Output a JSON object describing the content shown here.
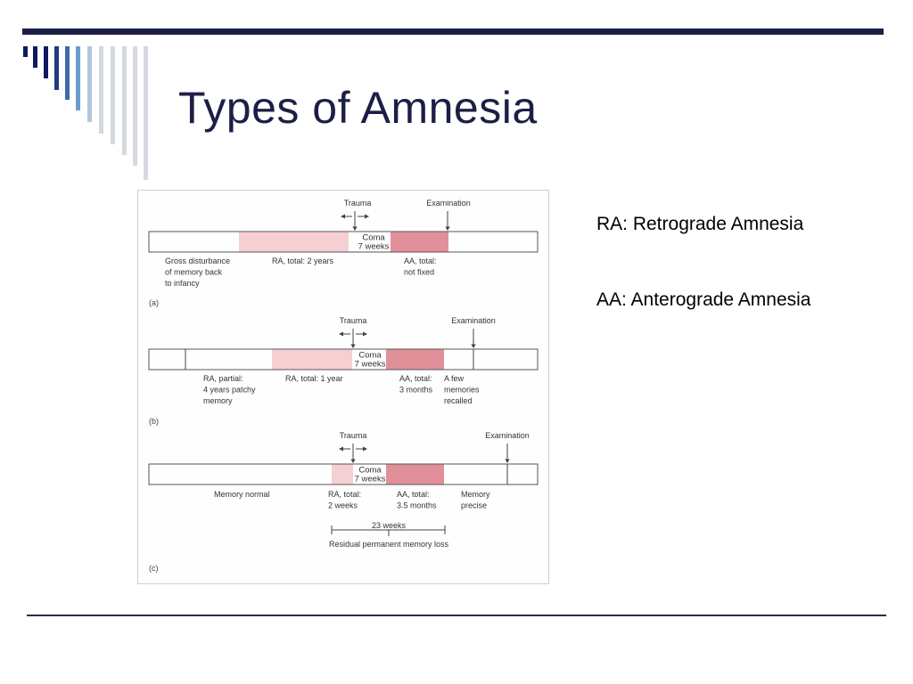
{
  "slide": {
    "title": "Types of Amnesia",
    "legend": [
      "RA:  Retrograde Amnesia",
      "AA:  Anterograde Amnesia"
    ]
  },
  "colors": {
    "accent_dark": "#1c1f45",
    "ra_pink": "#f6cfd3",
    "aa_pink": "#e1909a",
    "stripes": [
      "#0d1a5e",
      "#0d1a5e",
      "#0d1a5e",
      "#1d3b7e",
      "#3d6aa6",
      "#6c9ccc",
      "#b3c6dc",
      "#d4d9df"
    ]
  },
  "figure": {
    "panels": [
      {
        "id": "a",
        "tag": "(a)",
        "trauma": "Trauma",
        "examination": "Examination",
        "coma": [
          "Coma",
          "7 weeks"
        ],
        "labels": [
          [
            "Gross disturbance",
            "of  memory back",
            "to infancy"
          ],
          [
            "RA, total: 2 years"
          ],
          [
            "AA, total:",
            "not fixed"
          ]
        ]
      },
      {
        "id": "b",
        "tag": "(b)",
        "trauma": "Trauma",
        "examination": "Examination",
        "coma": [
          "Coma",
          "7 weeks"
        ],
        "labels": [
          [
            "RA, partial:",
            "4 years patchy",
            "memory"
          ],
          [
            "RA, total: 1 year"
          ],
          [
            "AA, total:",
            "3 months"
          ],
          [
            "A few",
            "memories",
            "recalled"
          ]
        ]
      },
      {
        "id": "c",
        "tag": "(c)",
        "trauma": "Trauma",
        "examination": "Examination",
        "coma": [
          "Coma",
          "7 weeks"
        ],
        "labels": [
          [
            "Memory normal"
          ],
          [
            "RA, total:",
            "2 weeks"
          ],
          [
            "AA, total:",
            "3.5 months"
          ],
          [
            "Memory",
            "precise"
          ]
        ],
        "bracket_top": "23 weeks",
        "bracket_bottom": "Residual permanent memory loss"
      }
    ]
  }
}
